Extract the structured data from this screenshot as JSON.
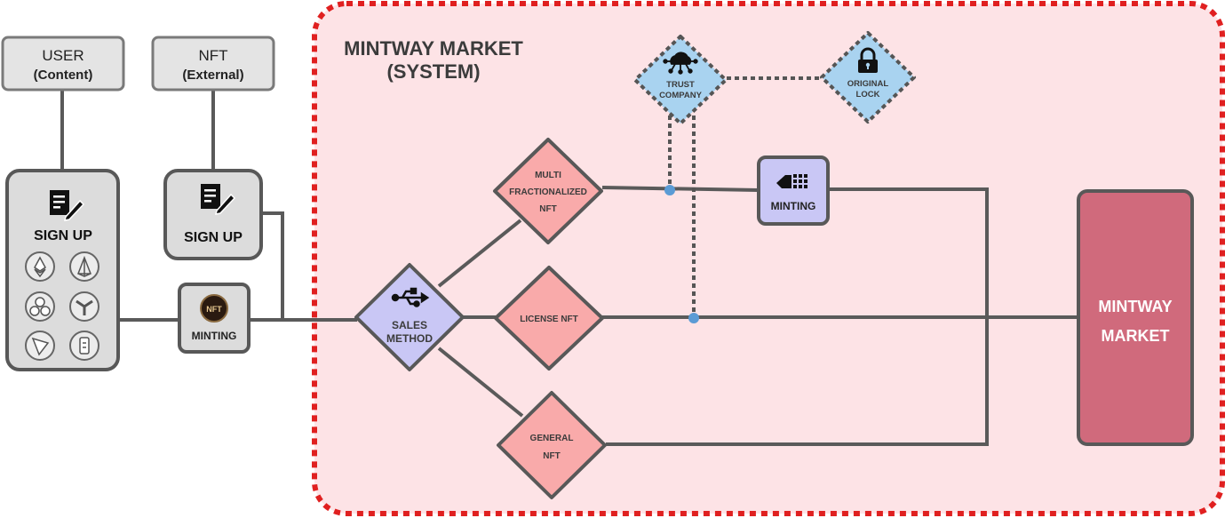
{
  "system": {
    "title_line1": "MINTWAY MARKET",
    "title_line2": "(SYSTEM)"
  },
  "user_box": {
    "line1": "USER",
    "line2": "(Content)"
  },
  "nft_box": {
    "line1": "NFT",
    "line2": "(External)"
  },
  "signup_user": {
    "label": "SIGN UP"
  },
  "signup_nft": {
    "label": "SIGN UP"
  },
  "chain_icons": [
    "ethereum-icon",
    "eos-icon",
    "ripple-icon",
    "tezos-icon",
    "tron-icon",
    "wallet-icon"
  ],
  "minting_left": {
    "label": "MINTING",
    "badge": "NFT"
  },
  "sales_method": {
    "line1": "SALES",
    "line2": "METHOD"
  },
  "multi_nft": {
    "line1": "MULTI",
    "line2": "FRACTIONALIZED",
    "line3": "NFT"
  },
  "license_nft": {
    "label": "LICENSE NFT"
  },
  "general_nft": {
    "line1": "GENERAL",
    "line2": "NFT"
  },
  "trust_company": {
    "line1": "TRUST",
    "line2": "COMPANY"
  },
  "original_lock": {
    "line1": "ORIGINAL",
    "line2": "LOCK"
  },
  "minting_right": {
    "label": "MINTING"
  },
  "market": {
    "line1": "MINTWAY",
    "line2": "MARKET"
  },
  "colors": {
    "system_border": "#e02020",
    "system_fill": "#fde3e6",
    "node_red": "#f9aaaa",
    "node_purple": "#c9c7f5",
    "node_blue": "#a9d3f0",
    "market": "#d06a7c",
    "gray_box": "#e4e4e4",
    "line": "#5a5a5a"
  }
}
